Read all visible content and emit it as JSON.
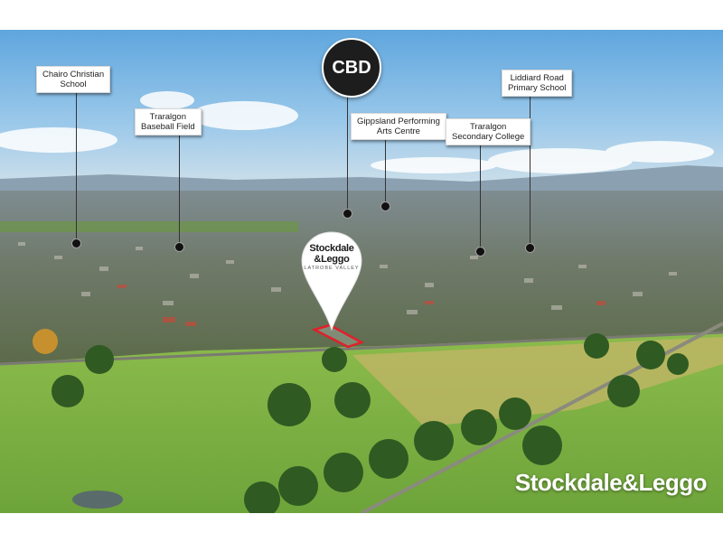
{
  "badge": {
    "label": "CBD"
  },
  "callouts": [
    {
      "line1": "Chairo Christian",
      "line2": "School"
    },
    {
      "line1": "Traralgon",
      "line2": "Baseball Field"
    },
    {
      "line1": "Gippsland Performing",
      "line2": "Arts Centre"
    },
    {
      "line1": "Traralgon",
      "line2": "Secondary College"
    },
    {
      "line1": "Liddiard Road",
      "line2": "Primary School"
    }
  ],
  "pin": {
    "brand_line1": "Stockdale",
    "brand_line2": "&Leggo",
    "subtitle": "LATROBE VALLEY"
  },
  "watermark": {
    "text": "Stockdale&Leggo"
  },
  "colors": {
    "sky": "#8fc0e6",
    "grass": "#8fbf4a",
    "boundary": "#e0202a",
    "badge": "#1d1d1d"
  }
}
